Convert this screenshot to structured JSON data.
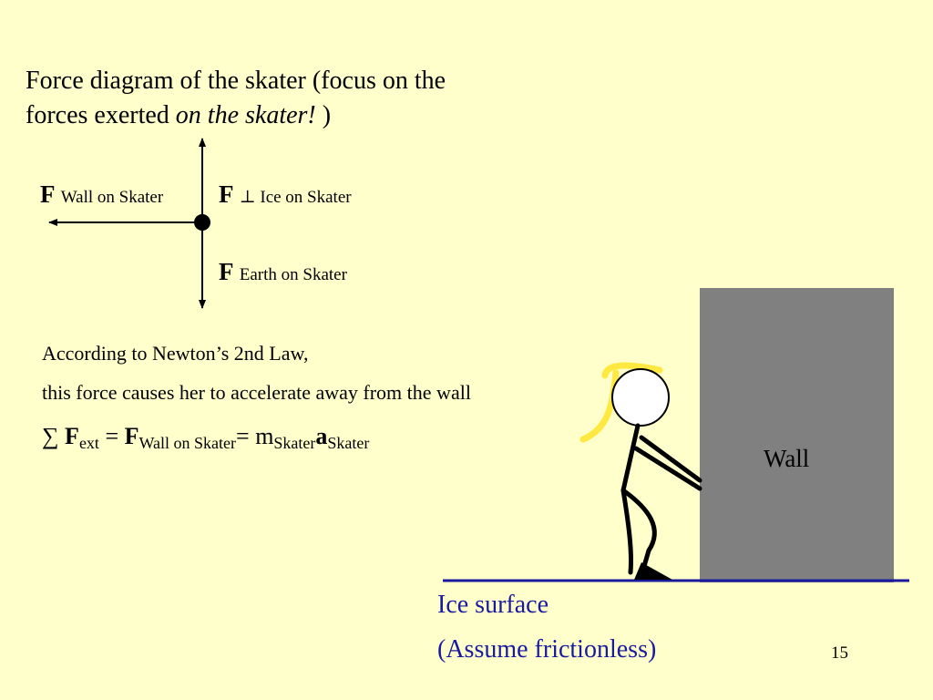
{
  "title": {
    "line1": "Force diagram of the skater (focus on the",
    "line2_prefix": "forces exerted ",
    "line2_emph": "on the skater!",
    "line2_suffix": " )"
  },
  "forces": {
    "wall": {
      "symbol": "F",
      "sub": "Wall on Skater"
    },
    "ice": {
      "symbol": "F",
      "sub": "⊥ Ice on Skater"
    },
    "earth": {
      "symbol": "F",
      "sub": "Earth on Skater"
    }
  },
  "law": {
    "line1": "According to Newton’s 2nd Law,",
    "line2": "this force causes her to accelerate away from the wall"
  },
  "equation": {
    "sum": "∑ ",
    "F1": "F",
    "ext": "ext",
    "eq1": " = ",
    "F2": "F",
    "wall_sub": "Wall on Skater",
    "eq2": "= m",
    "skater_sub1": "Skater",
    "a": "a",
    "skater_sub2": "Skater"
  },
  "scene": {
    "wall_label": "Wall",
    "ice_line1": "Ice surface",
    "ice_line2": "(Assume frictionless)"
  },
  "page_number": "15",
  "colors": {
    "background": "#FFFFCC",
    "wall": "#808080",
    "ice_line": "#1A1A9E",
    "hair": "#FFE840"
  }
}
